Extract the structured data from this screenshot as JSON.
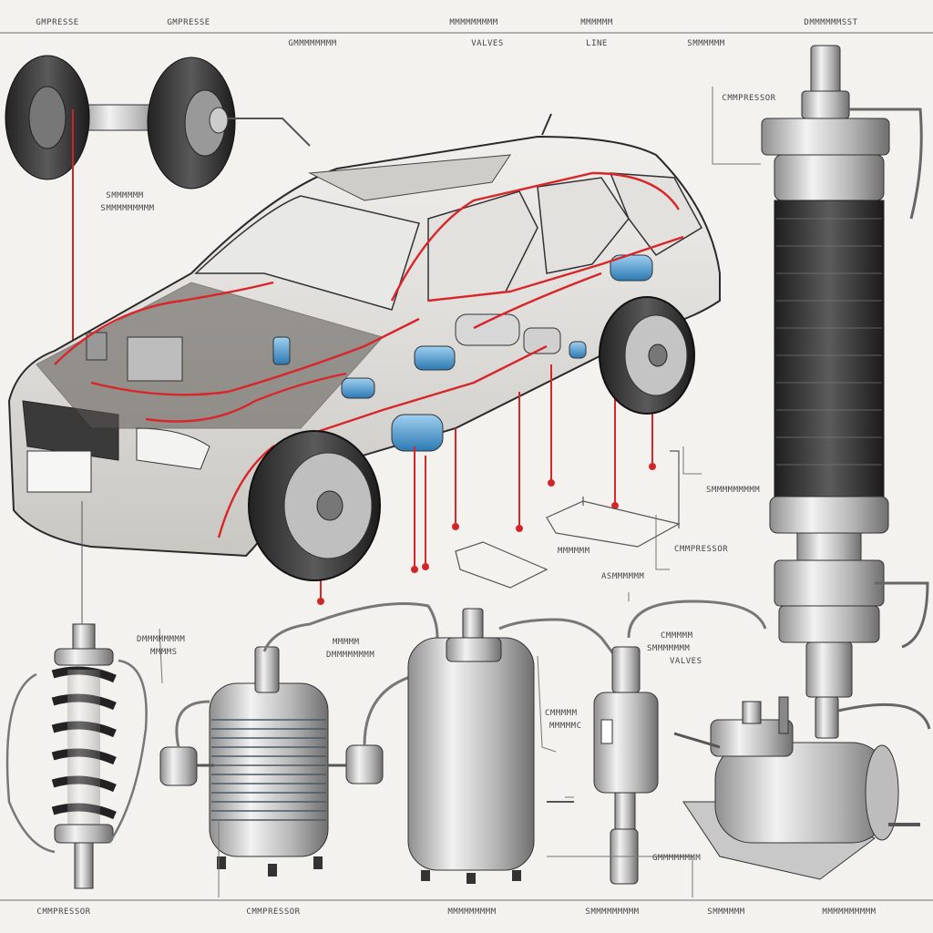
{
  "diagram": {
    "top_labels": [
      "GMPRESSE",
      "GMPRESSE",
      "GMMMMMMMM",
      "MMMMMMMMM",
      "MMMMMM",
      "SMMMMMM",
      "DMMMMMMSST"
    ],
    "top_sublabels": [
      "VALVES",
      "LINE"
    ],
    "side_labels": {
      "compressor_upper": "CMMPRESSOR",
      "axle_label_1": "SMMMMMM",
      "axle_label_2": "SMMMMMMMMM",
      "right_mid_1": "SMMMMMMMMM",
      "right_mid_2": "CMMPRESSOR",
      "right_mid_3": "MMMMMM",
      "right_mid_4": "ASMMMMMM",
      "shock_label_1": "DMMMMMMMM",
      "shock_label_2": "MMMMS",
      "tank_label_1": "MMMMM",
      "tank_label_2": "DMMMMMMMM",
      "valve_label_1": "CMMMMM",
      "valve_label_2": "SMMMMMMM",
      "valve_label_3": "VALVES",
      "tank2_label_1": "CMMMMM",
      "tank2_label_2": "MMMMMC",
      "dryer_label": "GMMMMMMMM"
    },
    "bottom_labels": [
      "CMMPRESSOR",
      "CMMPRESSOR",
      "MMMMMMMMM",
      "SMMMMMMMMM",
      "SMMMMMM",
      "MMMMMMMMMM"
    ],
    "colors": {
      "air_line": "#d8262b",
      "accent_blue": "#3a8fc9",
      "ink": "#2a2a2a",
      "metal": "#c9c9c9",
      "background": "#f4f2ee"
    }
  }
}
